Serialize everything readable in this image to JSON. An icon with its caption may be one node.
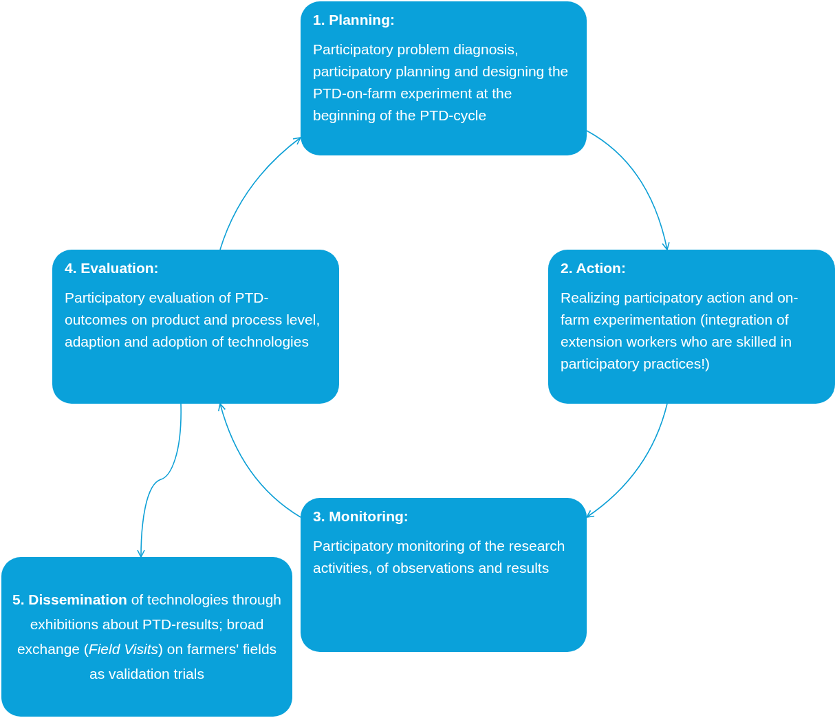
{
  "diagram": {
    "nodes": [
      {
        "text": [
          "1. Planning:",
          "Participatory problem diagnosis, participatory planning and designing the PTD-on-farm experiment at the beginning of the PTD-cycle"
        ]
      },
      {
        "text": [
          "2. Action:",
          "Realizing participatory action and on-farm experimentation (integration of extension workers who are skilled in participatory practices!)"
        ]
      },
      {
        "text": [
          "3. Monitoring:",
          "Participatory monitoring of the research activities, of observations and results"
        ]
      },
      {
        "text": [
          "4. Evaluation:",
          "Participatory evaluation of PTD-outcomes on product and process level, adaption and adoption of technologies"
        ]
      },
      {
        "text": [
          "**5. Dissemination** of technologies through exhibitions about PTD-results; broad exchange (*Field Visits*) on farmers' fields as validation trials"
        ]
      }
    ],
    "edges": [
      {
        "from": 0,
        "to": 1,
        "arrow": "to"
      },
      {
        "from": 1,
        "to": 2,
        "arrow": "to"
      },
      {
        "from": 2,
        "to": 3,
        "arrow": "to"
      },
      {
        "from": 3,
        "to": 0,
        "arrow": "to"
      },
      {
        "from": 3,
        "to": 4,
        "arrow": "to"
      }
    ]
  }
}
